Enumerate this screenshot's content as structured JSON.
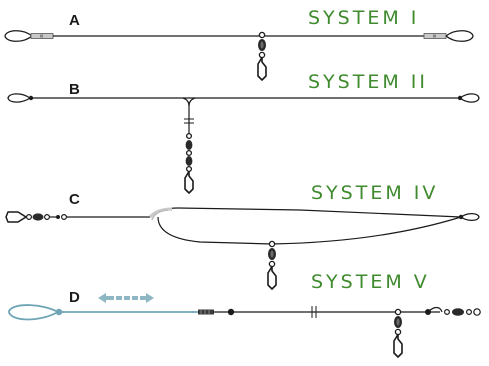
{
  "systems": [
    {
      "letter": "A",
      "title": "SYSTEM I"
    },
    {
      "letter": "B",
      "title": "SYSTEM II"
    },
    {
      "letter": "C",
      "title": "SYSTEM IV"
    },
    {
      "letter": "D",
      "title": "SYSTEM V"
    }
  ],
  "colors": {
    "title_green": "#3f8a2e",
    "line": "#1b1b1b",
    "teal_line": "#6ea5b6",
    "arrow": "#8fb6c3"
  }
}
